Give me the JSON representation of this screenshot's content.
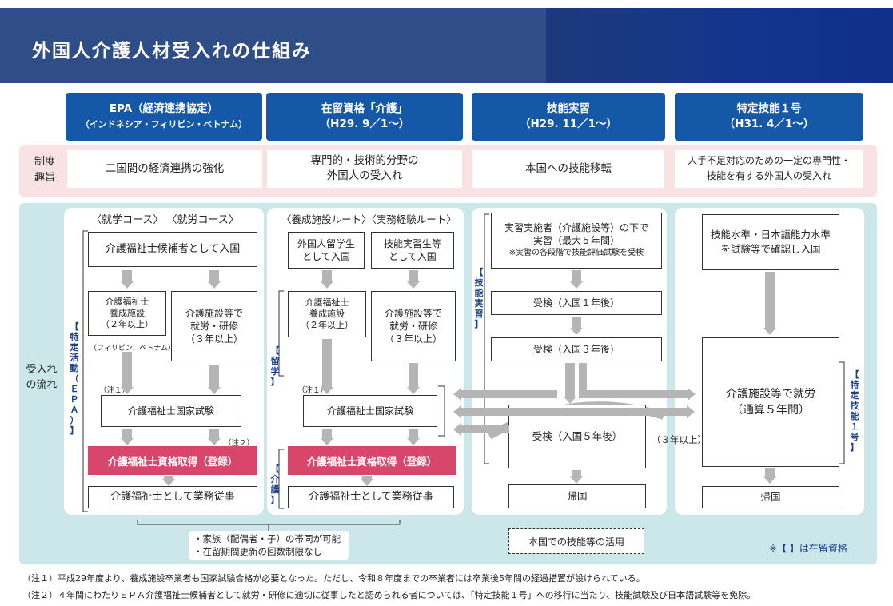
{
  "title": "外国人介護人材受入れの仕組み",
  "columns": [
    {
      "header_1": "EPA（経済連携協定）",
      "header_2": "（インドネシア・フィリピン・ベトナム）",
      "purpose": "二国間の経済連携の強化"
    },
    {
      "header_1": "在留資格「介護」",
      "header_2": "（H29. 9／1～）",
      "purpose_1": "専門的・技術的分野の",
      "purpose_2": "外国人の受入れ"
    },
    {
      "header_1": "技能実習",
      "header_2": "（H29. 11／1～）",
      "purpose": "本国への技能移転"
    },
    {
      "header_1": "特定技能１号",
      "header_2": "（H31. 4／1～）",
      "purpose_1": "人手不足対応のための一定の専門性・",
      "purpose_2": "技能を有する外国人の受入れ"
    }
  ],
  "row_labels": {
    "purpose_1": "制度",
    "purpose_2": "趣旨",
    "flow_1": "受入れ",
    "flow_2": "の流れ"
  },
  "epa": {
    "courses": "〈就学コース〉 〈就労コース〉",
    "entry": "介護福祉士候補者として入国",
    "school_1": "介護福祉士",
    "school_2": "養成施設",
    "school_3": "（２年以上）",
    "work_1": "介護施設等で",
    "work_2": "就労・研修",
    "work_3": "（３年以上）",
    "countries_note": "（フィリピン、ベトナム）",
    "note1": "（注１）",
    "note2": "（注２）",
    "exam": "介護福祉士国家試験",
    "qualify": "介護福祉士資格取得（登録）",
    "job": "介護福祉士として業務従事",
    "status_label": "【特定活動（ＥＰＡ）】"
  },
  "kaigo": {
    "routes": "〈養成施設ルート〉〈実務経験ルート〉",
    "entry_a_1": "外国人留学生",
    "entry_a_2": "として入国",
    "entry_b_1": "技能実習生等",
    "entry_b_2": "として入国",
    "school_1": "介護福祉士",
    "school_2": "養成施設",
    "school_3": "（２年以上）",
    "work_1": "介護施設等で",
    "work_2": "就労・研修",
    "work_3": "（３年以上）",
    "note1": "（注１）",
    "exam": "介護福祉士国家試験",
    "qualify": "介護福祉士資格取得（登録）",
    "job": "介護福祉士として業務従事",
    "status_study": "【留学】",
    "status_care": "【介護】"
  },
  "intern": {
    "entry_1": "実習実施者（介護施設等）の下で",
    "entry_2": "実習（最大５年間）",
    "entry_3": "※実習の各段階で技能評価試験を受検",
    "test1": "受検（入国１年後）",
    "test3": "受検（入国３年後）",
    "test5": "受検（入国５年後）",
    "return": "帰国",
    "status_label": "【技能実習】",
    "three_years": "（３年以上）"
  },
  "ssw": {
    "entry_1": "技能水準・日本語能力水準",
    "entry_2": "を試験等で確認し入国",
    "work_1": "介護施設等で就労",
    "work_2": "（通算５年間）",
    "return": "帰国",
    "status_label": "【特定技能１号】"
  },
  "family_note_1": "・家族（配偶者・子）の帯同が可能",
  "family_note_2": "・在留期間更新の回数制限なし",
  "home_use": "本国での技能等の活用",
  "legend": "※【 】は在留資格",
  "footnote_1": "（注１）平成29年度より、養成施設卒業者も国家試験合格が必要となった。ただし、令和８年度までの卒業者には卒業後5年間の経過措置が設けられている。",
  "footnote_2": "（注２）４年間にわたりＥＰＡ介護福祉士候補者として就労・研修に適切に従事したと認められる者については、「特定技能１号」への移行に当たり、技能試験及び日本語試験等を免除。",
  "colors": {
    "banner": "#2f4d87",
    "header": "#1558a8",
    "pink": "#f8e2e4",
    "teal": "#cce7e9",
    "red": "#d9466b"
  }
}
